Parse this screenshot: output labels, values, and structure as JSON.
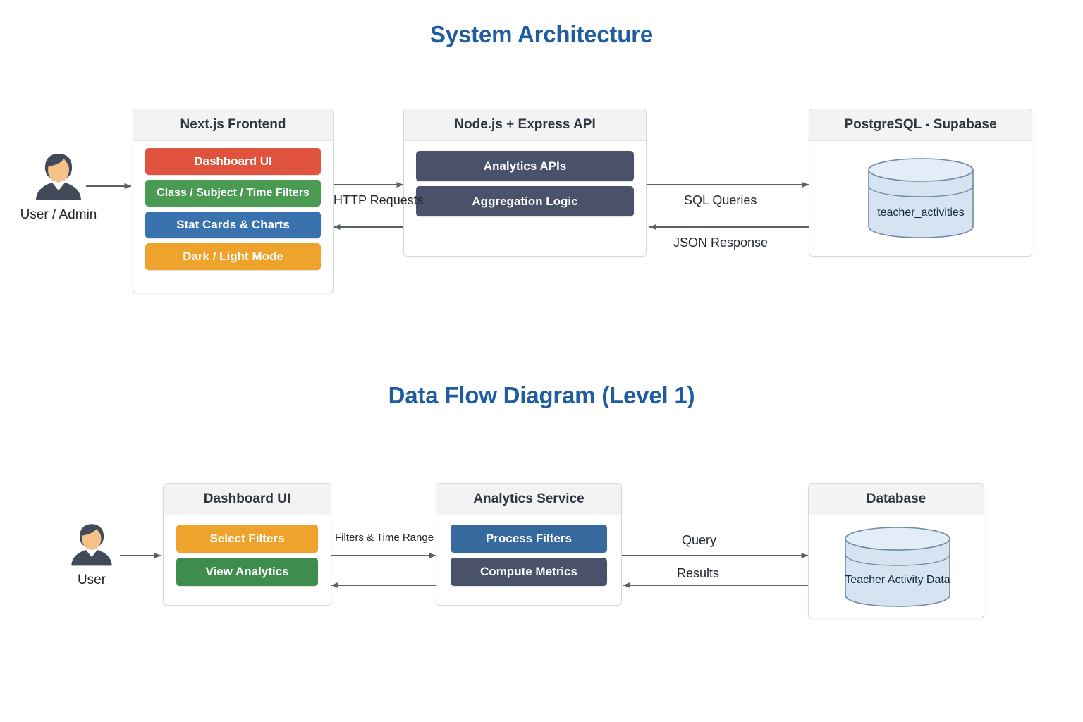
{
  "page": {
    "background": "#ffffff",
    "title_color": "#1f5d9e"
  },
  "sections": [
    {
      "id": "architecture",
      "title": "System Architecture",
      "actor": {
        "label": "User / Admin",
        "icon": "user-avatar-icon"
      },
      "nodes": [
        {
          "id": "frontend",
          "header": "Next.js Frontend",
          "chips": [
            {
              "label": "Dashboard UI",
              "color": "#e0543f"
            },
            {
              "label": "Class / Subject / Time Filters",
              "color": "#4a9a52"
            },
            {
              "label": "Stat Cards & Charts",
              "color": "#3a72b0"
            },
            {
              "label": "Dark / Light Mode",
              "color": "#eda32c"
            }
          ]
        },
        {
          "id": "api",
          "header": "Node.js + Express API",
          "chips": [
            {
              "label": "Analytics APIs",
              "color": "#49526a"
            },
            {
              "label": "Aggregation Logic",
              "color": "#49526a"
            }
          ]
        },
        {
          "id": "database",
          "header": "PostgreSQL - Supabase",
          "cylinder": {
            "label": "teacher_activities",
            "fill": "#d6e4f2",
            "stroke": "#6f8aa8"
          }
        }
      ],
      "edges": [
        {
          "id": "user-to-frontend",
          "label": "",
          "direction": "right"
        },
        {
          "id": "frontend-to-api",
          "label": "HTTP Requests",
          "direction": "right"
        },
        {
          "id": "api-to-frontend",
          "label": "",
          "direction": "left"
        },
        {
          "id": "api-to-db",
          "label": "SQL Queries",
          "direction": "right"
        },
        {
          "id": "db-to-api",
          "label": "JSON Response",
          "direction": "left"
        }
      ]
    },
    {
      "id": "dataflow",
      "title": "Data Flow Diagram (Level 1)",
      "actor": {
        "label": "User",
        "icon": "user-avatar-icon"
      },
      "nodes": [
        {
          "id": "dashboard-ui",
          "header": "Dashboard UI",
          "chips": [
            {
              "label": "Select Filters",
              "color": "#eda32c"
            },
            {
              "label": "View Analytics",
              "color": "#3f8c4f"
            }
          ]
        },
        {
          "id": "analytics-service",
          "header": "Analytics Service",
          "chips": [
            {
              "label": "Process Filters",
              "color": "#36699e"
            },
            {
              "label": "Compute Metrics",
              "color": "#49526a"
            }
          ]
        },
        {
          "id": "db",
          "header": "Database",
          "cylinder": {
            "label": "Teacher Activity Data",
            "fill": "#d6e4f2",
            "stroke": "#6f8aa8"
          }
        }
      ],
      "edges": [
        {
          "id": "user-to-dashboard",
          "label": "",
          "direction": "right"
        },
        {
          "id": "dashboard-to-analytics",
          "label": "Filters & Time Range",
          "direction": "right"
        },
        {
          "id": "analytics-to-dashboard",
          "label": "",
          "direction": "left"
        },
        {
          "id": "analytics-to-db",
          "label": "Query",
          "direction": "right"
        },
        {
          "id": "db-to-analytics",
          "label": "Results",
          "direction": "left"
        }
      ]
    }
  ]
}
